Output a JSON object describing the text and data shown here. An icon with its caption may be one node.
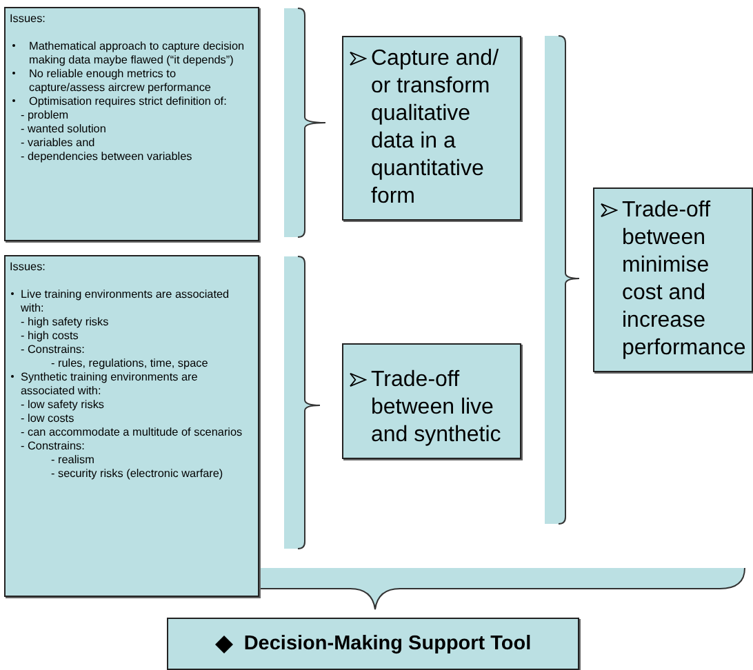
{
  "diagram": {
    "nodes": [
      {
        "text": [
          "Issues:",
          "Mathematical approach to capture decision making data maybe flawed (“it depends”)",
          "No reliable enough metrics to capture/assess aircrew performance",
          "Optimisation requires strict definition of:",
          "- problem",
          "- wanted solution",
          "- variables and",
          "- dependencies between  variables"
        ]
      },
      {
        "text": [
          "Issues:",
          "Live training environments are associated with:",
          "- high safety risks",
          "- high costs",
          "- Constrains:",
          "- rules, regulations, time, space",
          "Synthetic training environments are associated with:",
          "- low safety risks",
          "- low costs",
          "- can accommodate a multitude of scenarios",
          "- Constrains:",
          "- realism",
          "- security risks (electronic warfare)"
        ]
      },
      {
        "text": [
          "Capture and/ or transform qualitative data in a quantitative form"
        ]
      },
      {
        "text": [
          "Trade-off between live and synthetic"
        ]
      },
      {
        "text": [
          "Trade-off between minimise cost and increase performance"
        ]
      },
      {
        "text": [
          "Decision-Making Support Tool"
        ]
      }
    ]
  }
}
